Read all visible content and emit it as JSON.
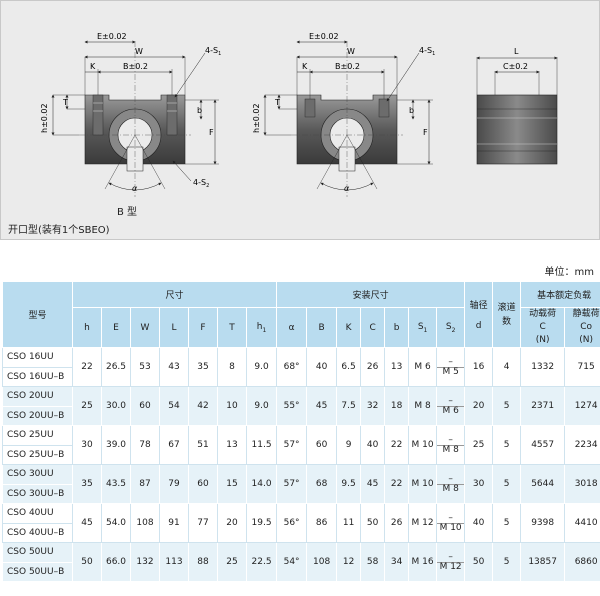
{
  "drawing": {
    "labels": {
      "e_tol": "E±0.02",
      "w": "W",
      "k": "K",
      "b_tol": "B±0.2",
      "s1": "4-S",
      "s1_sub": "1",
      "s2": "4-S",
      "s2_sub": "2",
      "h_tol": "h±0.02",
      "t": "T",
      "b_small": "b",
      "f": "F",
      "alpha": "α",
      "l": "L",
      "c_tol": "C±0.2"
    },
    "type_label": "B 型",
    "caption": "开口型(装有1个SBEO)"
  },
  "unit_label": "单位：mm",
  "table": {
    "headers": {
      "model": "型号",
      "size": "尺寸",
      "mount": "安装尺寸",
      "shaft": "轴径",
      "shaft_d": "d",
      "balls": "滚道数",
      "load": "基本额定负载",
      "dyn": "动载荷",
      "dyn_sym": "C",
      "dyn_unit": "(N)",
      "stat": "静载荷",
      "stat_sym": "Co",
      "stat_unit": "(N)",
      "cols": [
        "h",
        "E",
        "W",
        "L",
        "F",
        "T",
        "h",
        "α",
        "B",
        "K",
        "C",
        "b",
        "S",
        "S"
      ],
      "h1_sub": "1",
      "s1_sub": "1",
      "s2_sub": "2"
    },
    "rows": [
      {
        "m1": "CSO 16UU",
        "m2": "CSO 16UU–B",
        "h": "22",
        "E": "26.5",
        "W": "53",
        "L": "43",
        "F": "35",
        "T": "8",
        "h1": "9.0",
        "a": "68°",
        "B": "40",
        "K": "6.5",
        "C": "26",
        "b": "13",
        "S1": "M 6",
        "S2a": "–",
        "S2b": "M 5",
        "d": "16",
        "n": "4",
        "Cd": "1332",
        "Co": "715"
      },
      {
        "m1": "CSO 20UU",
        "m2": "CSO 20UU–B",
        "h": "25",
        "E": "30.0",
        "W": "60",
        "L": "54",
        "F": "42",
        "T": "10",
        "h1": "9.0",
        "a": "55°",
        "B": "45",
        "K": "7.5",
        "C": "32",
        "b": "18",
        "S1": "M 8",
        "S2a": "–",
        "S2b": "M 6",
        "d": "20",
        "n": "5",
        "Cd": "2371",
        "Co": "1274"
      },
      {
        "m1": "CSO 25UU",
        "m2": "CSO 25UU–B",
        "h": "30",
        "E": "39.0",
        "W": "78",
        "L": "67",
        "F": "51",
        "T": "13",
        "h1": "11.5",
        "a": "57°",
        "B": "60",
        "K": "9",
        "C": "40",
        "b": "22",
        "S1": "M 10",
        "S2a": "–",
        "S2b": "M 8",
        "d": "25",
        "n": "5",
        "Cd": "4557",
        "Co": "2234"
      },
      {
        "m1": "CSO 30UU",
        "m2": "CSO 30UU–B",
        "h": "35",
        "E": "43.5",
        "W": "87",
        "L": "79",
        "F": "60",
        "T": "15",
        "h1": "14.0",
        "a": "57°",
        "B": "68",
        "K": "9.5",
        "C": "45",
        "b": "22",
        "S1": "M 10",
        "S2a": "–",
        "S2b": "M 8",
        "d": "30",
        "n": "5",
        "Cd": "5644",
        "Co": "3018"
      },
      {
        "m1": "CSO 40UU",
        "m2": "CSO 40UU–B",
        "h": "45",
        "E": "54.0",
        "W": "108",
        "L": "91",
        "F": "77",
        "T": "20",
        "h1": "19.5",
        "a": "56°",
        "B": "86",
        "K": "11",
        "C": "50",
        "b": "26",
        "S1": "M 12",
        "S2a": "–",
        "S2b": "M 10",
        "d": "40",
        "n": "5",
        "Cd": "9398",
        "Co": "4410"
      },
      {
        "m1": "CSO 50UU",
        "m2": "CSO 50UU–B",
        "h": "50",
        "E": "66.0",
        "W": "132",
        "L": "113",
        "F": "88",
        "T": "25",
        "h1": "22.5",
        "a": "54°",
        "B": "108",
        "K": "12",
        "C": "58",
        "b": "34",
        "S1": "M 16",
        "S2a": "–",
        "S2b": "M 12",
        "d": "50",
        "n": "5",
        "Cd": "13857",
        "Co": "6860"
      }
    ]
  }
}
